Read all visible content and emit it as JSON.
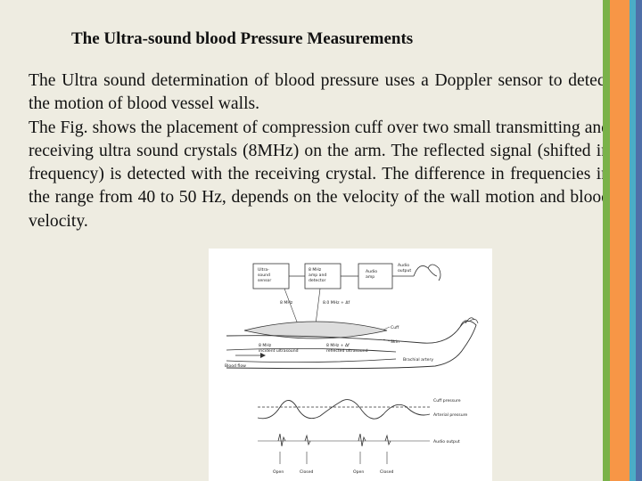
{
  "slide": {
    "title": "The Ultra-sound blood Pressure Measurements",
    "paragraphs": [
      "The Ultra sound determination of blood pressure uses a Doppler sensor to detect the motion of blood vessel walls.",
      "The Fig. shows the placement of compression cuff over two small transmitting and receiving ultra sound crystals (8MHz) on the arm. The reflected signal (shifted in frequency) is detected with the receiving crystal. The difference in frequencies in the range from 40 to 50 Hz, depends on the velocity of the wall motion and blood velocity."
    ]
  },
  "decor": {
    "bar_colors": [
      "#7ab24a",
      "#f79646",
      "#4bacc6",
      "#4f6fa8"
    ]
  },
  "figure": {
    "labels": {
      "sensor": [
        "Ultra-",
        "sound",
        "sensor"
      ],
      "amp": [
        "8 MHz",
        "amp and",
        "detector"
      ],
      "audio_amp": [
        "Audio",
        "amp"
      ],
      "audio_output": [
        "Audio",
        "output"
      ],
      "mhz_8": "8 MHz",
      "hz_8": "8.0 MHz + Δf",
      "cuff": "Cuff",
      "skin": "Skin",
      "incident": [
        "8 MHz",
        "incident ultrasound"
      ],
      "reflected": [
        "8 MHz + Δf",
        "reflected ultrasound"
      ],
      "blood_flow": "Blood flow",
      "brachial": "Brachial artery",
      "cuff_pressure": "Cuff pressure",
      "arterial": "Arterial pressure",
      "audio_out2": "Audio output",
      "open1": "Open",
      "closed1": "Closed",
      "open2": "Open",
      "closed2": "Closed"
    }
  }
}
